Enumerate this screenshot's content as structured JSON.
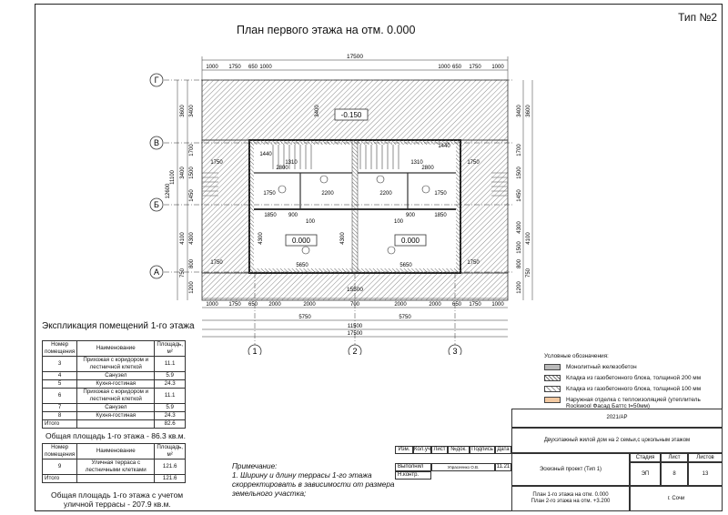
{
  "sheet": {
    "title": "План первого этажа на отм. 0.000",
    "type_label": "Тип №2"
  },
  "plan": {
    "axes_letters": [
      "Г",
      "В",
      "Б",
      "А"
    ],
    "axes_numbers": [
      "1",
      "2",
      "3"
    ],
    "overall_dim": "17500",
    "top_chain": [
      "1000",
      "1750",
      "650",
      "1000",
      "1000",
      "650",
      "1750",
      "1000"
    ],
    "inner_top": "3400",
    "terrace_level": "-0.150",
    "room_levels": [
      "0.000",
      "0.000"
    ],
    "inner_dims": [
      "2800",
      "2800",
      "2200",
      "2200",
      "1850",
      "1850",
      "5650",
      "5650",
      "4300",
      "4300",
      "900",
      "900",
      "100",
      "100",
      "1750",
      "1750",
      "1310",
      "1310",
      "1440",
      "1440"
    ],
    "terrace_width": "15500",
    "bottom_chain": [
      "1000",
      "1750",
      "650",
      "2000",
      "2000",
      "700",
      "2000",
      "2000",
      "650",
      "1750",
      "1000"
    ],
    "bottom_sub": [
      "5750",
      "5750"
    ],
    "bottom_mid": "11500",
    "bottom_total": "17500",
    "left_dims": [
      "3600",
      "3400",
      "1700",
      "11100",
      "12600",
      "3400",
      "1500",
      "4300",
      "4100",
      "800",
      "750",
      "1200",
      "1450"
    ],
    "right_dims": [
      "3600",
      "3400",
      "1700",
      "1500",
      "1450",
      "4300",
      "4100",
      "1500",
      "800",
      "750",
      "1200"
    ],
    "side_small": [
      "1750",
      "1750",
      "1750",
      "1750"
    ]
  },
  "explication": {
    "title": "Экспликация помещений 1-го этажа",
    "headers": [
      "Номер помещения",
      "Наименование",
      "Площадь, м²"
    ],
    "rows": [
      [
        "3",
        "Прихожая с коридором и лестничной клеткой",
        "11.1"
      ],
      [
        "4",
        "Санузел",
        "5.9"
      ],
      [
        "5",
        "Кухня-гостиная",
        "24.3"
      ],
      [
        "6",
        "Прихожая с коридором и лестничной клеткой",
        "11.1"
      ],
      [
        "7",
        "Санузел",
        "5.9"
      ],
      [
        "8",
        "Кухня-гостиная",
        "24.3"
      ]
    ],
    "total": [
      "Итого",
      "82.6"
    ],
    "area_total": "Общая площадь 1-го этажа - 86.3 кв.м.",
    "terrace_headers": [
      "Номер помещения",
      "Наименование",
      "Площадь, м²"
    ],
    "terrace_rows": [
      [
        "9",
        "Уличная терраса с лестничными клетками",
        "121.6"
      ]
    ],
    "terrace_total": [
      "Итого",
      "121.6"
    ],
    "area_with_terrace_1": "Общая площадь 1-го этажа с учетом",
    "area_with_terrace_2": "уличной террасы - 207.9 кв.м."
  },
  "note": {
    "title": "Примечание:",
    "text": "1. Ширину и длину террасы 1-го этажа скорректировать в зависимости от размера земельного участка;"
  },
  "legend": {
    "title": "Условные обозначения:",
    "items": [
      {
        "label": "Монолитный железобетон",
        "color": "#b9b9b9"
      },
      {
        "label": "Кладка из газобетонного блока, толщиной 200 мм",
        "color": "#d8d8d8"
      },
      {
        "label": "Кладка из газобетонного блока, толщиной 100 мм",
        "color": "#efefef"
      },
      {
        "label": "Наружная отделка с теплоизоляцией (утеплитель Rockwool Фасад Баттс t=50мм)",
        "color": "#f2c8a0"
      }
    ]
  },
  "stamp": {
    "code": "2021/АР",
    "project": "Двухэтажный жилой дом на 2 семьи,с цокольным этажом",
    "cols": [
      "Изм.",
      "Кол.уч",
      "Лист",
      "№док.",
      "Подпись",
      "Дата"
    ],
    "performed": "Выполнил",
    "performer": "Упрасеенко О.В.",
    "date": "11.21",
    "ncontr": "Н.контр.",
    "stage_title": "Эскизный проект  (Тип 1)",
    "stage_h": "Стадия",
    "sheet_h": "Лист",
    "sheets_h": "Листов",
    "stage": "ЭП",
    "sheet": "8",
    "sheets": "13",
    "plan1": "План 1-го этажа на отм.  0.000",
    "plan2": "План 2-го этажа на отм. +3.200",
    "city": "г. Сочи"
  }
}
